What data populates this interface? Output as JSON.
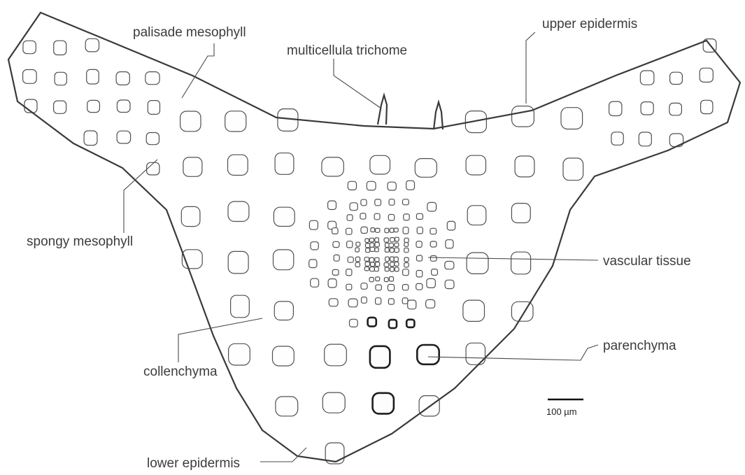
{
  "labels": {
    "palisade": "palisade mesophyll",
    "trichome": "multicellula trichome",
    "upper_epidermis": "upper epidermis",
    "spongy": "spongy mesophyll",
    "vascular": "vascular tissue",
    "parenchyma": "parenchyma",
    "collenchyma": "collenchyma",
    "lower_epidermis": "lower epidermis"
  },
  "scale_bar": {
    "label": "100 µm"
  },
  "colors": {
    "line": "#3a3a3a",
    "label_text": "#3c3c3c",
    "background": "#ffffff"
  }
}
